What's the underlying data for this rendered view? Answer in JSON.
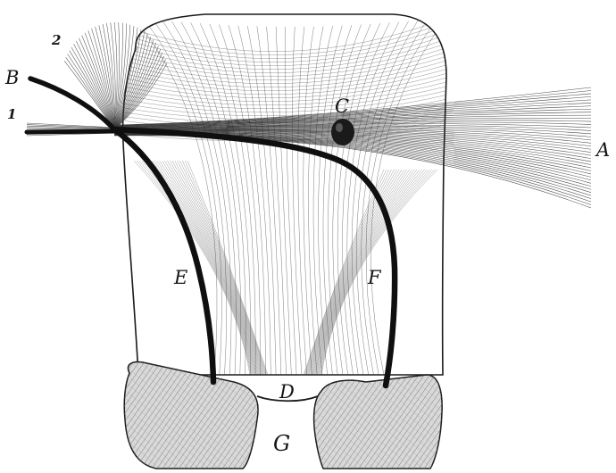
{
  "figure": {
    "labels": {
      "A": "A",
      "B": "B",
      "C": "C",
      "D": "D",
      "E": "E",
      "F": "F",
      "G": "G",
      "n1": "1",
      "n2": "2"
    },
    "ink_color": "#141414",
    "paper_color": "#ffffff"
  }
}
